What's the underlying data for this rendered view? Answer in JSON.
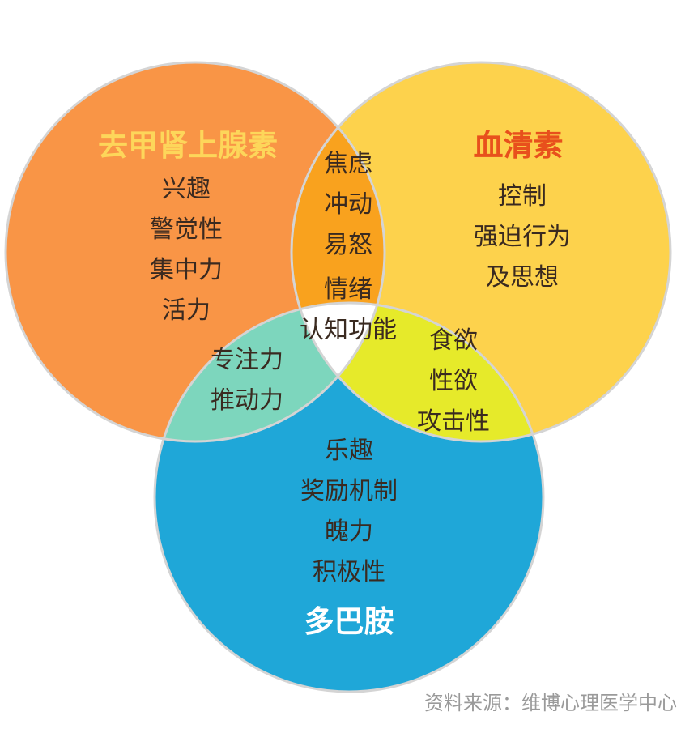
{
  "regions": {
    "norepinephrine": {
      "title": "去甲肾上腺素",
      "items": [
        "兴趣",
        "警觉性",
        "集中力",
        "活力"
      ]
    },
    "serotonin": {
      "title": "血清素",
      "items": [
        "控制",
        "强迫行为",
        "及思想"
      ]
    },
    "dopamine": {
      "title": "多巴胺",
      "items": [
        "乐趣",
        "奖励机制",
        "魄力",
        "积极性"
      ]
    },
    "ne_serotonin": {
      "items": [
        "焦虑",
        "冲动",
        "易怒"
      ]
    },
    "ne_dopamine": {
      "items": [
        "专注力",
        "推动力"
      ]
    },
    "serotonin_dopamine": {
      "items": [
        "食欲",
        "性欲",
        "攻击性"
      ]
    },
    "center": {
      "items": [
        "情绪",
        "认知功能"
      ]
    }
  },
  "source": "资料来源：维博心理医学中心",
  "colors": {
    "norepinephrine": "#f99546",
    "serotonin": "#fdd24c",
    "dopamine": "#1fa7d8",
    "ne_serotonin": "#f9a21e",
    "ne_dopamine": "#7dd6bd",
    "serotonin_dopamine": "#e6ea2a",
    "center": "#ffffff",
    "title_norepinephrine": "#fdd65a",
    "title_serotonin": "#e8501c",
    "title_dopamine": "#ffffff"
  }
}
